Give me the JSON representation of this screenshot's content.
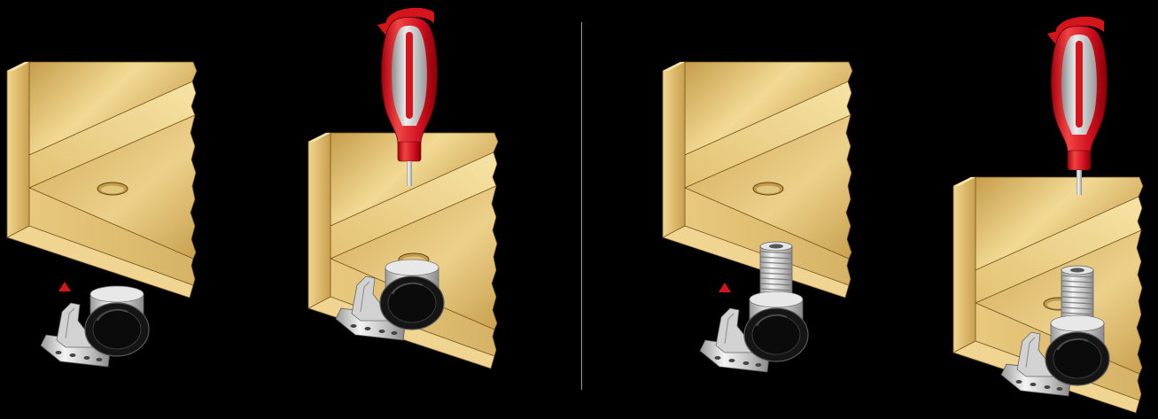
{
  "background": "#000000",
  "colors": {
    "wood_light": "#f4dd98",
    "wood_mid": "#d9b466",
    "wood_dark": "#a8823a",
    "accent_red": "#d4161c",
    "metal_light": "#f2f2f2",
    "metal_dark": "#8e8e8e",
    "glide_black": "#121212",
    "divider": "#9a9a9a"
  },
  "icons": [
    "cabinet-corner",
    "leveling-foot",
    "threaded-leveling-foot",
    "screwdriver-icon",
    "rotate-arrow-icon",
    "insert-arrow-icon"
  ]
}
